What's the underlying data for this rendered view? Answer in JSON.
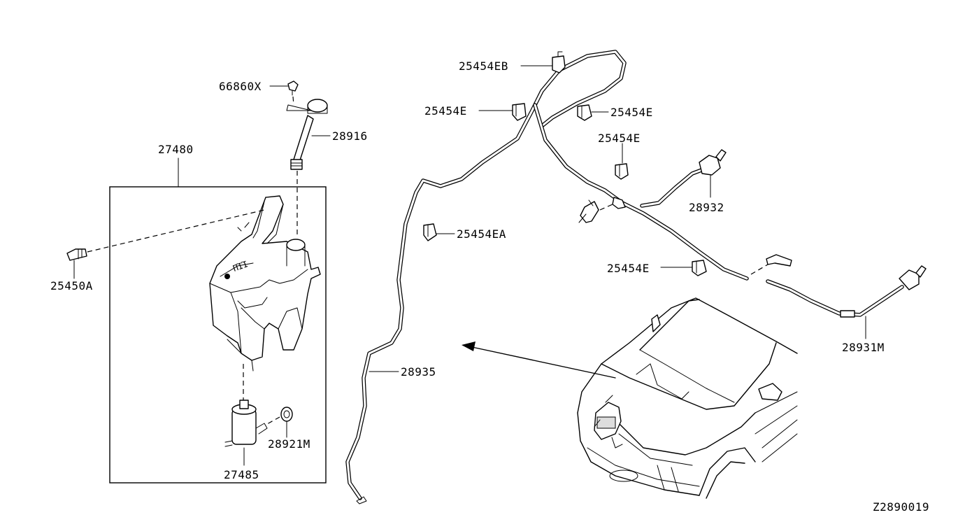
{
  "diagram_code": "Z2890019",
  "labels": {
    "p66860x": "66860X",
    "p28916": "28916",
    "p27480": "27480",
    "p25450a": "25450A",
    "p28921m": "28921M",
    "p27485": "27485",
    "p25454eb": "25454EB",
    "p25454e_left": "25454E",
    "p25454e_right": "25454E",
    "p25454e_mid": "25454E",
    "p28932": "28932",
    "p25454ea": "25454EA",
    "p25454e_low": "25454E",
    "p28935": "28935",
    "p28931m": "28931M"
  }
}
